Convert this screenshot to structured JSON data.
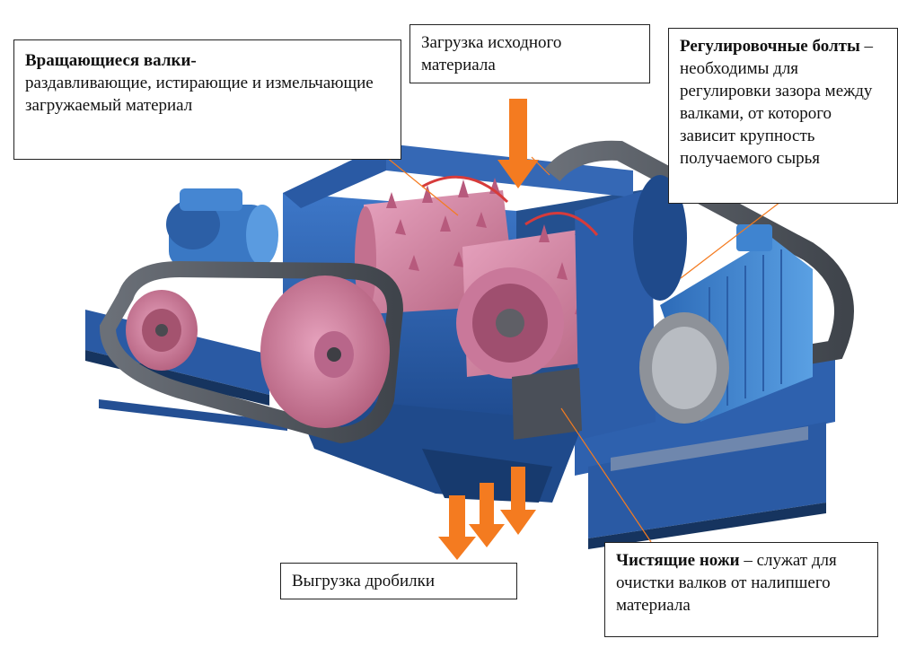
{
  "callouts": {
    "rollers": {
      "title": "Вращающиеся валки-",
      "text": "раздавливающие, истирающие и измельчающие загружаемый материал"
    },
    "feed": {
      "text": "Загрузка исходного материала"
    },
    "bolts": {
      "title": "Регулировочные болты",
      "text": " – необходимы для регулировки зазора между валками, от которого зависит крупность получаемого сырья"
    },
    "discharge": {
      "text": "Выгрузка дробилки"
    },
    "knives": {
      "title": "Чистящие ножи",
      "text": " – служат для очистки валков от налипшего материала"
    }
  },
  "colors": {
    "frame_blue": "#2f63b2",
    "frame_dark": "#1d3f78",
    "roller_pink": "#d07d9e",
    "belt_gray": "#5b6169",
    "motor_blue": "#3a7cc9",
    "arrow_orange": "#f47b20",
    "leader_line": "#f47b20"
  },
  "icons": [
    "motor-icon",
    "pulley-icon",
    "roller-icon",
    "arrow-down-icon"
  ]
}
